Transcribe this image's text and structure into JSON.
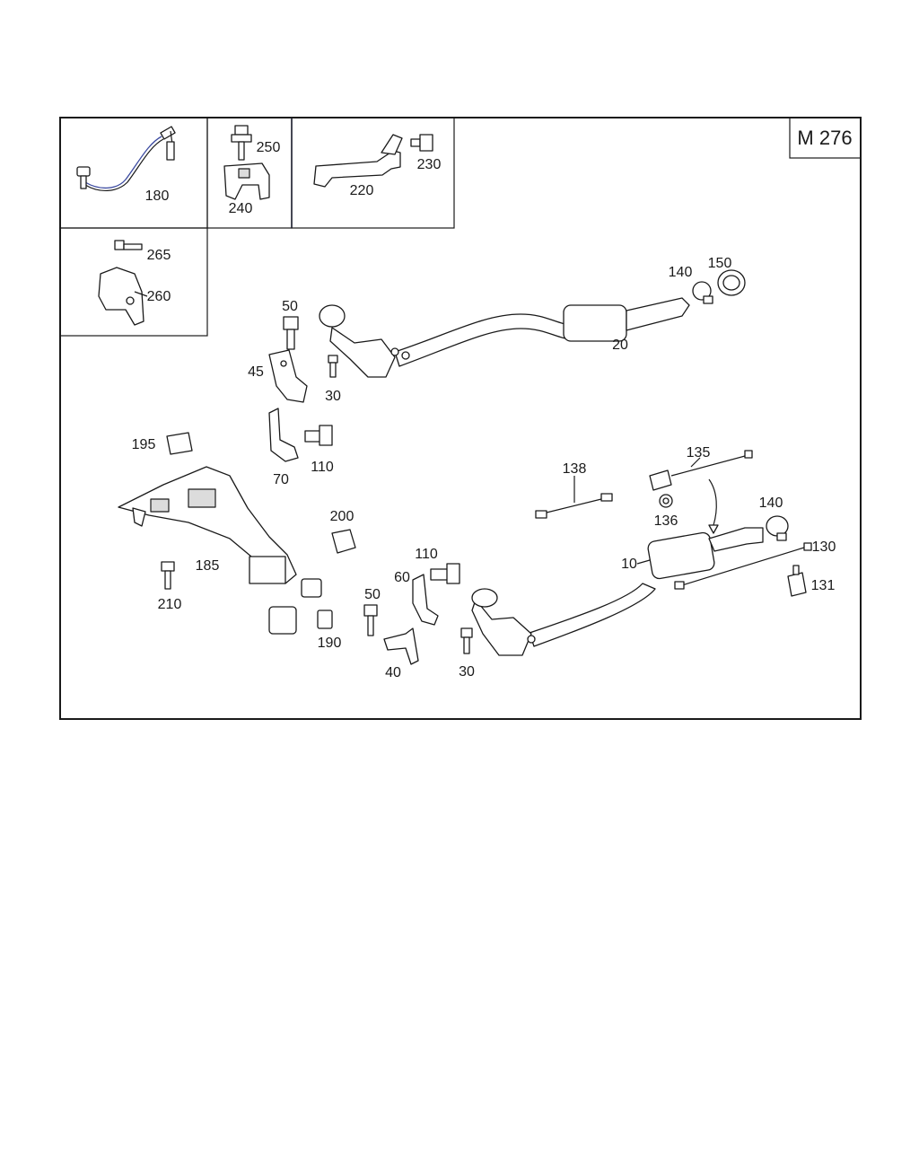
{
  "diagram": {
    "title": "M 276",
    "labels": {
      "p180": "180",
      "p250": "250",
      "p240": "240",
      "p220": "220",
      "p230": "230",
      "p265": "265",
      "p260": "260",
      "p140a": "140",
      "p150": "150",
      "p50a": "50",
      "p20": "20",
      "p45": "45",
      "p30a": "30",
      "p195": "195",
      "p110a": "110",
      "p70": "70",
      "p135": "135",
      "p138": "138",
      "p140b": "140",
      "p136": "136",
      "p200": "200",
      "p185": "185",
      "p110b": "110",
      "p130": "130",
      "p10": "10",
      "p60": "60",
      "p131": "131",
      "p210": "210",
      "p50b": "50",
      "p190": "190",
      "p40": "40",
      "p30b": "30"
    }
  }
}
